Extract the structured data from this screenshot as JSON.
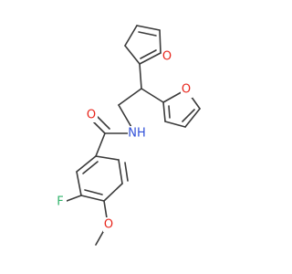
{
  "colors": {
    "bond": "#3a3a3a",
    "oxygen": "#e8261c",
    "nitrogen": "#2f4fd8",
    "fluorine": "#2fb36a"
  },
  "labels": {
    "amide_oxygen": "O",
    "amide_nh": "NH",
    "furan_upper_oxygen": "O",
    "furan_lower_oxygen": "O",
    "fluorine": "F",
    "methoxy_oxygen": "O"
  }
}
